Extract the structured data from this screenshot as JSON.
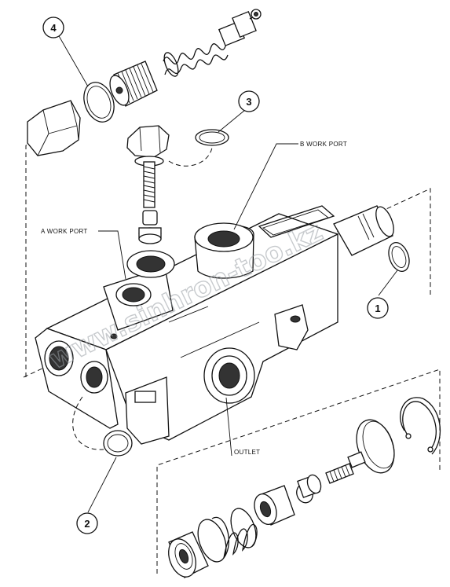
{
  "labels": {
    "a_work_port": "A WORK PORT",
    "b_work_port": "B WORK PORT",
    "outlet": "OUTLET"
  },
  "callouts": {
    "c1": "1",
    "c2": "2",
    "c3": "3",
    "c4": "4"
  },
  "watermark": "www.sinhron-too.kz"
}
